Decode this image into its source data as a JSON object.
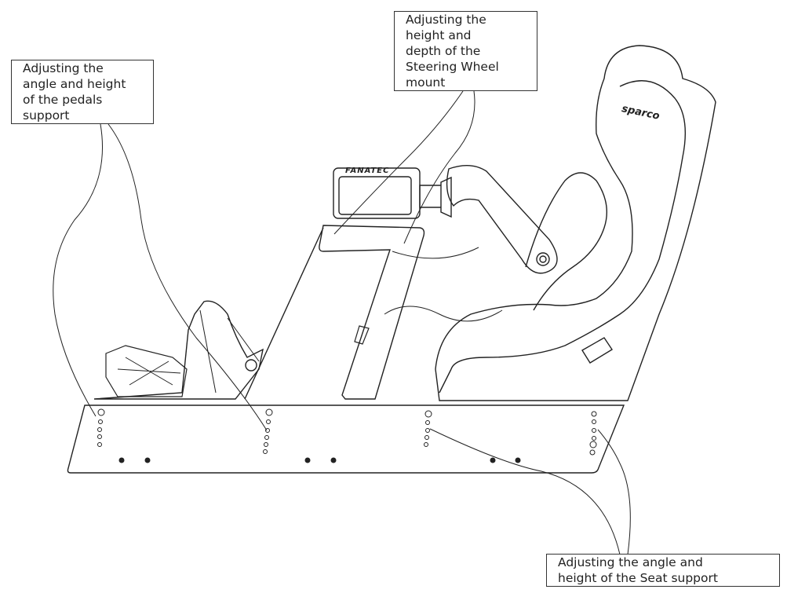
{
  "callouts": {
    "pedals": [
      "Adjusting the",
      "angle and height",
      "of the pedals",
      "support"
    ],
    "steering": [
      "Adjusting the",
      "height and",
      "depth of the",
      "Steering Wheel",
      "mount"
    ],
    "seat": [
      "Adjusting the angle and",
      "height of the Seat support"
    ]
  },
  "logos": {
    "wheel_base": "FANATEC",
    "seat": "sparco"
  }
}
